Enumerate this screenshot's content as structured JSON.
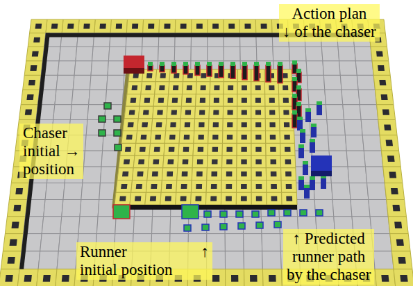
{
  "diagram": {
    "labels": [
      "Action plan ↓ of the chaser",
      "Chaser initial → position",
      "Runner ↑ initial position",
      "↑ Predicted runner path by the chaser"
    ]
  }
}
